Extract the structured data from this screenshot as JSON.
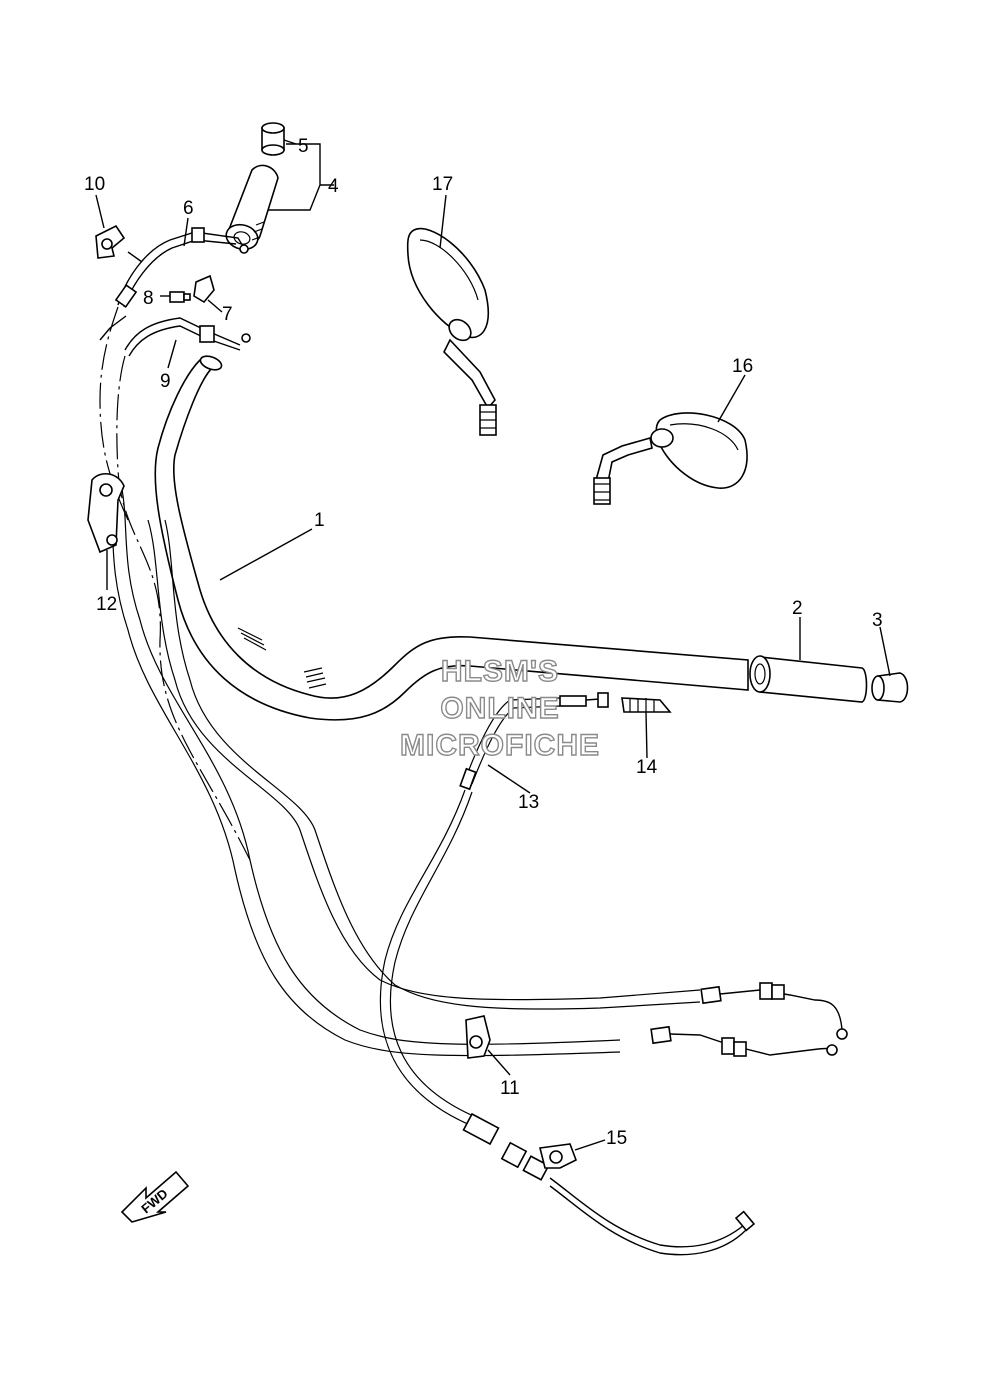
{
  "watermark": {
    "line1": "HLSM'S",
    "line2": "ONLINE",
    "line3": "MICROFICHE"
  },
  "callouts": {
    "c1": "1",
    "c2": "2",
    "c3": "3",
    "c4": "4",
    "c5": "5",
    "c6": "6",
    "c7": "7",
    "c8": "8",
    "c9": "9",
    "c10": "10",
    "c11": "11",
    "c12": "12",
    "c13": "13",
    "c14": "14",
    "c15": "15",
    "c16": "16",
    "c17": "17"
  },
  "fwd_label": "FWD"
}
